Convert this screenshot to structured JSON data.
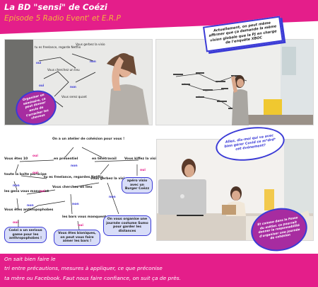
{
  "header": {
    "title": "La BD \"sensi\" de Coézi",
    "subtitle": "Episode 5 Radio Event' et E.R.P"
  },
  "panel1": {
    "labels": [
      {
        "text": "Vous gerbez la visio"
      },
      {
        "text": "tu es freelance, regarde Netflix"
      },
      {
        "text": "Vous cherchez un lieu"
      },
      {
        "text": "Vous serez quant"
      },
      {
        "text": "oui"
      },
      {
        "text": "non"
      },
      {
        "text": "oui"
      },
      {
        "text": "non"
      }
    ],
    "bubble": "Organiser un séminaire, ça peut donner envie de t'arracher les cheveux"
  },
  "panel2": {
    "caption": "Actuellement, on peut même affirmer que ça demande la même vision globale que la PJ en charge de l'enquête XBOC"
  },
  "chart": {
    "nodes": [
      {
        "text": "On a un atelier de cohésion pour vous !"
      },
      {
        "text": "en présentiel"
      },
      {
        "text": "en télétravail"
      },
      {
        "text": "Vous êtes 10"
      },
      {
        "text": "toute la boîte participe"
      },
      {
        "text": "tu es freelance, regardes Netflix"
      },
      {
        "text": "les gens vous manquent"
      },
      {
        "text": "Vous cherchez un lieu"
      },
      {
        "text": "Vous êtes anthropophobes"
      },
      {
        "text": "les bars vous manquent"
      },
      {
        "text": "vous gerbez la visio"
      },
      {
        "text": "Vous kiffez la visio"
      }
    ],
    "answers": [
      {
        "text": "oui"
      },
      {
        "text": "non"
      },
      {
        "text": "oui"
      },
      {
        "text": "non"
      },
      {
        "text": "non"
      },
      {
        "text": "oui"
      },
      {
        "text": "non"
      },
      {
        "text": "oui"
      },
      {
        "text": "oui"
      },
      {
        "text": "non"
      },
      {
        "text": "oui"
      }
    ],
    "outcomes": [
      {
        "text": "apéro visio avec un Burger Coëzz"
      },
      {
        "text": "On vous organise une journée costume Sumo pour garder les distances"
      },
      {
        "text": "Coézi a un serious game pour les anthropophobes !"
      },
      {
        "text": "Vous êtes bioniques, on peut vous faire aimer les bars !"
      }
    ]
  },
  "panel3": {
    "bubble_top": "Allez, dis-moi qui va avec bien gérer Covid ce m*drd* cet événement?",
    "bubble_bottom": "Et comme dans le Fosse du métier, ça pourrait donner la responsabilité d'organiser une journée de cohésion"
  },
  "footer": {
    "line1": "On sait bien faire le",
    "line2": "tri entre précautions, mesures à appliquer, ce que préconise",
    "line3": "ta mère ou Facebook. Faut nous faire confiance, on suit ça de près."
  }
}
